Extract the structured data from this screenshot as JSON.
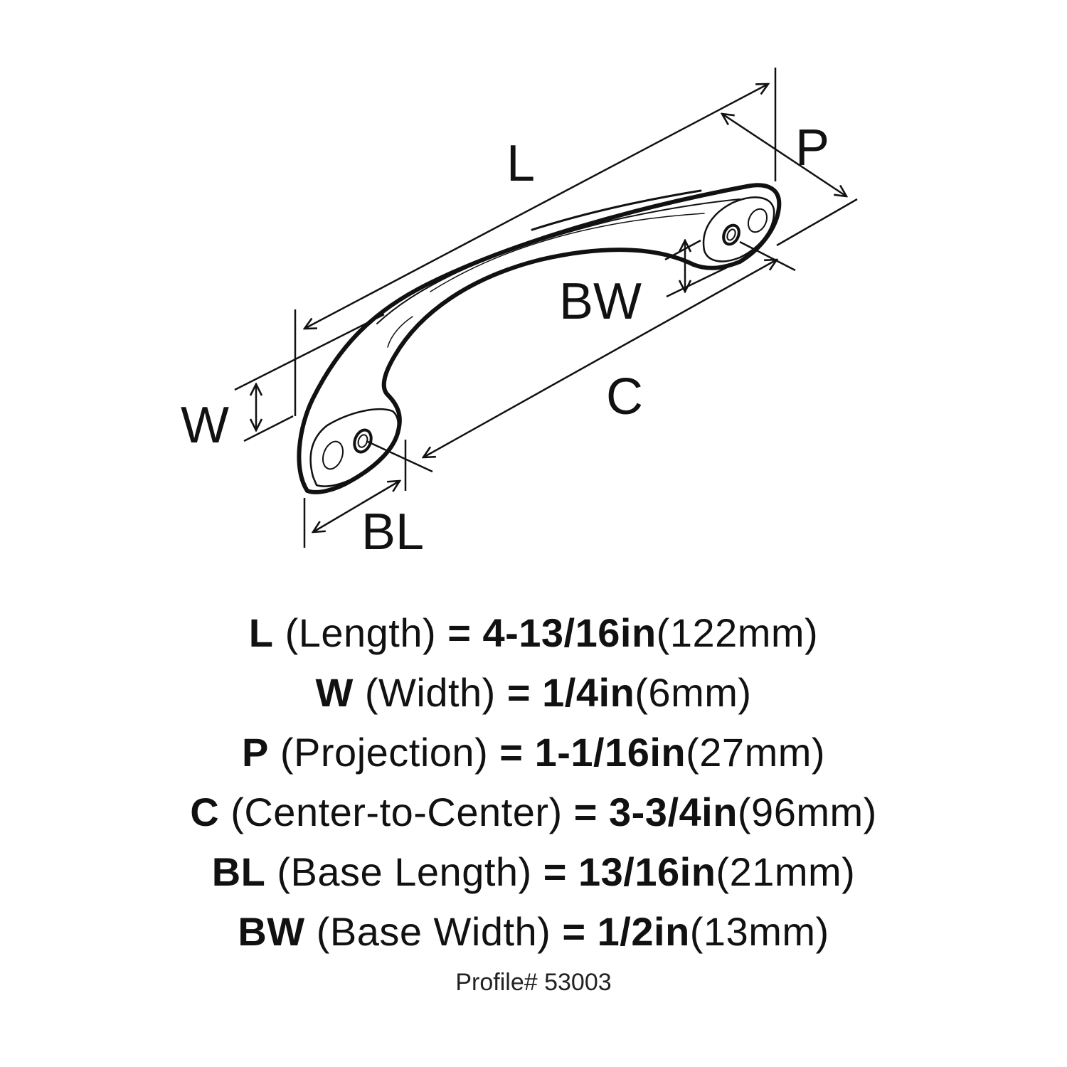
{
  "diagram": {
    "subject": "cabinet pull handle dimension drawing",
    "labels": {
      "L": "L",
      "P": "P",
      "BW": "BW",
      "C": "C",
      "W": "W",
      "BL": "BL"
    }
  },
  "specs": [
    {
      "code": "L",
      "name": "(Length)",
      "eq": "=",
      "imperial": "4-13/16in",
      "metric": "(122mm)"
    },
    {
      "code": "W",
      "name": "(Width)",
      "eq": "=",
      "imperial": "1/4in",
      "metric": "(6mm)"
    },
    {
      "code": "P",
      "name": "(Projection)",
      "eq": "=",
      "imperial": "1-1/16in",
      "metric": "(27mm)"
    },
    {
      "code": "C",
      "name": "(Center-to-Center)",
      "eq": "=",
      "imperial": "3-3/4in",
      "metric": "(96mm)"
    },
    {
      "code": "BL",
      "name": "(Base Length)",
      "eq": "=",
      "imperial": "13/16in",
      "metric": "(21mm)"
    },
    {
      "code": "BW",
      "name": "(Base Width)",
      "eq": "=",
      "imperial": "1/2in",
      "metric": "(13mm)"
    }
  ],
  "footer": {
    "profile": "Profile# 53003"
  },
  "colors": {
    "ink": "#111111",
    "background": "#ffffff"
  }
}
